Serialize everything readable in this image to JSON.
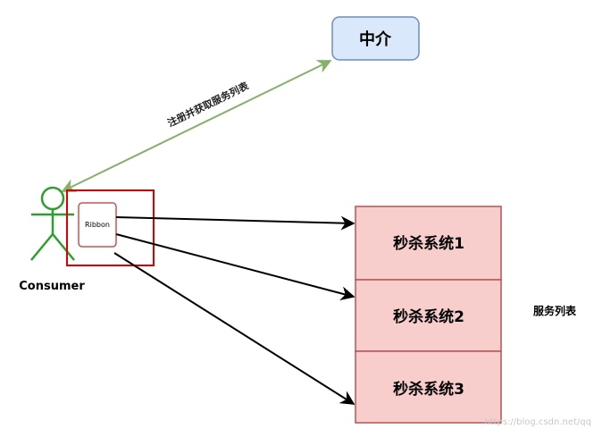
{
  "diagram": {
    "broker": {
      "label": "中介"
    },
    "register_edge": {
      "label": "注册并获取服务列表"
    },
    "consumer": {
      "label": "Consumer"
    },
    "ribbon": {
      "label": "Ribbon"
    },
    "services": [
      {
        "label": "秒杀系统1"
      },
      {
        "label": "秒杀系统2"
      },
      {
        "label": "秒杀系统3"
      }
    ],
    "service_list_label": "服务列表",
    "watermark": "https://blog.csdn.net/qq"
  },
  "colors": {
    "broker_fill": "#dae8fc",
    "broker_stroke": "#6c8ebf",
    "service_fill": "#f8cecc",
    "service_stroke": "#b85450",
    "green_edge": "#82b366",
    "stick_figure": "#2ca02c",
    "highlight_red": "#e00000",
    "ribbon_stroke": "#d05050"
  }
}
